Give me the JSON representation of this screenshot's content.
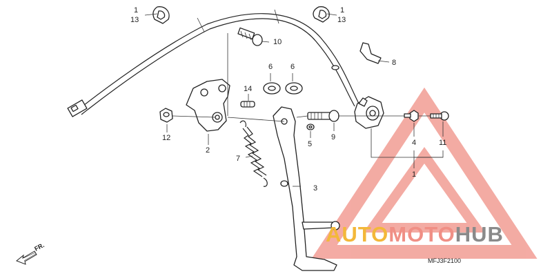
{
  "diagram": {
    "callouts": {
      "c1_left": "1",
      "c13_left": "13",
      "c1_right": "1",
      "c13_right": "13",
      "c10": "10",
      "c8": "8",
      "c6a": "6",
      "c6b": "6",
      "c14": "14",
      "c12": "12",
      "c2": "2",
      "c7": "7",
      "c5": "5",
      "c9": "9",
      "c3": "3",
      "c4": "4",
      "c11": "11",
      "c1_bottom": "1"
    },
    "front_indicator": "FR.",
    "diagram_code": "MFJ3F2100"
  },
  "watermark": {
    "part1": "AUTO",
    "part2": "MOTO",
    "part3": "HUB",
    "colors": {
      "auto": "#f3b83a",
      "moto": "#f08f85",
      "hub": "#8a8a8a",
      "triangle": "#f08f85"
    }
  }
}
